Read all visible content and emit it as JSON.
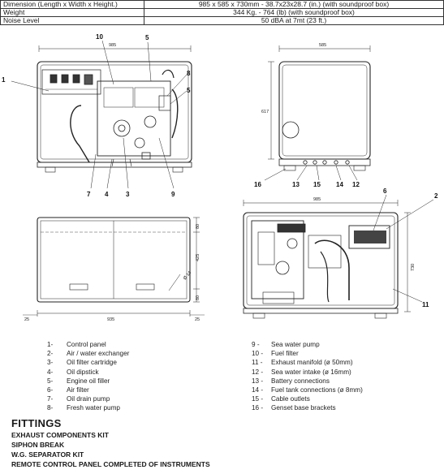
{
  "specs": [
    {
      "label": "Dimension (Length x Width x Height.)",
      "value": "985 x 585 x 730mm - 38.7x23x28.7 (in.) (with soundproof box)"
    },
    {
      "label": "Weight",
      "value": "344 Kg. - 764 (lb) (with soundproof box)"
    },
    {
      "label": "Noise Level",
      "value": "50 dBA at 7mt (23 ft.)"
    }
  ],
  "drawing": {
    "dims": {
      "front_width": "985",
      "side_width": "585",
      "side_height": "617",
      "top_width": "985",
      "top_depth": "425",
      "top_inner": "935",
      "left_margin": "25",
      "right_margin": "25",
      "top_offset": "80",
      "top_offset2": "80",
      "diag": "Ø 14",
      "right_height": "730"
    },
    "callouts": {
      "front": [
        "1",
        "10",
        "5",
        "8",
        "5",
        "7",
        "4",
        "3",
        "9"
      ],
      "side": [
        "16",
        "13",
        "15",
        "14",
        "12"
      ],
      "right": [
        "6",
        "2",
        "11"
      ]
    }
  },
  "legend_left": [
    {
      "num": "1-",
      "label": "Control panel"
    },
    {
      "num": "2-",
      "label": "Air / water exchanger"
    },
    {
      "num": "3-",
      "label": "Oil filter cartridge"
    },
    {
      "num": "4-",
      "label": "Oil dipstick"
    },
    {
      "num": "5-",
      "label": "Engine oil filler"
    },
    {
      "num": "6-",
      "label": "Air filter"
    },
    {
      "num": "7-",
      "label": "Oil drain pump"
    },
    {
      "num": "8-",
      "label": "Fresh water pump"
    }
  ],
  "legend_right": [
    {
      "num": "9 -",
      "label": "Sea water pump"
    },
    {
      "num": "10 -",
      "label": "Fuel filter"
    },
    {
      "num": "11 -",
      "label": "Exhaust manifold (ø 50mm)"
    },
    {
      "num": "12 -",
      "label": "Sea water intake (ø 16mm)"
    },
    {
      "num": "13 -",
      "label": "Battery connections"
    },
    {
      "num": "14 -",
      "label": "Fuel tank connections (ø 8mm)"
    },
    {
      "num": "15 -",
      "label": "Cable outlets"
    },
    {
      "num": "16 -",
      "label": "Genset base brackets"
    }
  ],
  "fittings": {
    "title": "FITTINGS",
    "items": [
      "EXHAUST COMPONENTS KIT",
      "SIPHON BREAK",
      "W.G. SEPARATOR KIT",
      "REMOTE CONTROL PANEL COMPLETED OF INSTRUMENTS"
    ]
  }
}
